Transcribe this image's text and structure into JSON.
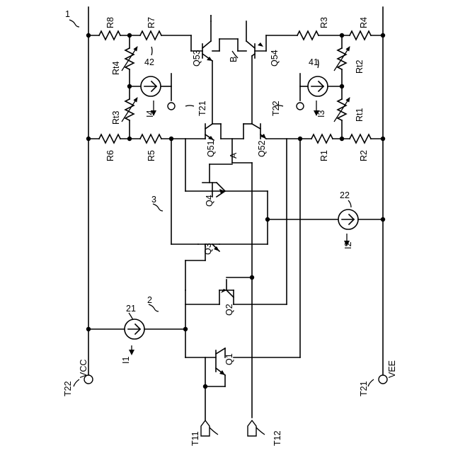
{
  "labels": {
    "vcc": "VCC",
    "vee": "VEE",
    "t22_bottom": "T22",
    "t21_bottom": "T21",
    "t21_top": "T21",
    "t22_top": "T22",
    "t11": "T11",
    "t12": "T12",
    "ref_1": "1",
    "ref_2": "2",
    "ref_3": "3",
    "ref_21": "21",
    "ref_22": "22",
    "ref_41": "41",
    "ref_42": "42",
    "i1": "I1",
    "i2": "I2",
    "i3": "I3",
    "i4": "I4",
    "r1": "R1",
    "r2": "R2",
    "r3": "R3",
    "r4": "R4",
    "r5": "R5",
    "r6": "R6",
    "r7": "R7",
    "r8": "R8",
    "rt1": "Rt1",
    "rt2": "Rt2",
    "rt3": "Rt3",
    "rt4": "Rt4",
    "q1": "Q1",
    "q2": "Q2",
    "q3": "Q3",
    "q4": "Q4",
    "q51": "Q51",
    "q52": "Q52",
    "q53": "Q53",
    "q54": "Q54",
    "node_a": "A",
    "node_b": "B"
  }
}
